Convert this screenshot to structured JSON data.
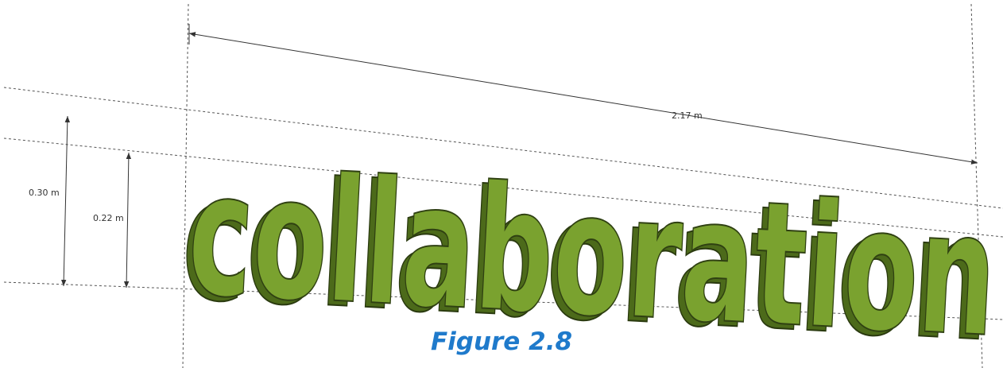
{
  "diagram": {
    "word": "collaboration",
    "dimensions": {
      "length_label": "2.17 m",
      "total_height_label": "0.30 m",
      "x_height_label": "0.22 m"
    },
    "colors": {
      "letter_face": "#7aa22f",
      "letter_side": "#4c6a1a",
      "caption": "#1f7acb"
    }
  },
  "caption": "Figure 2.8"
}
